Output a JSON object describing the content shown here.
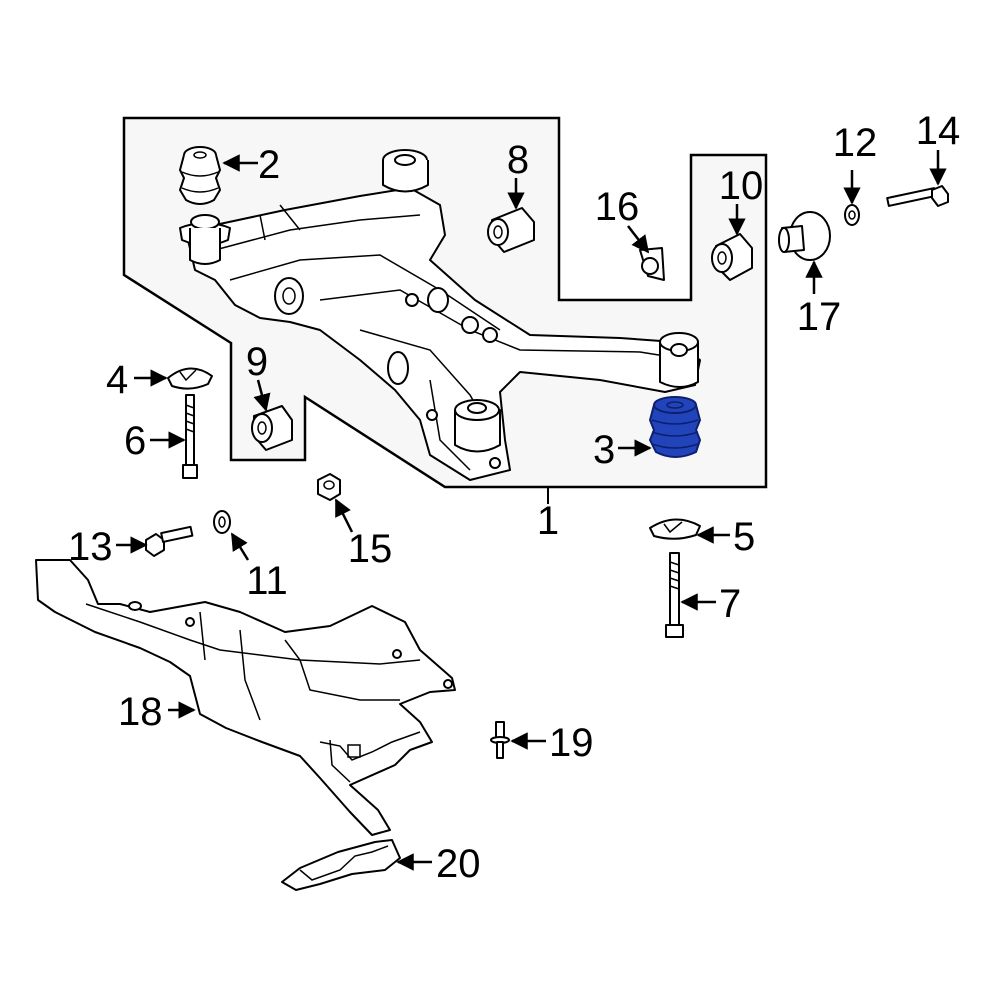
{
  "colors": {
    "highlight": "#2244bb",
    "highlight_dark": "#0d1f6e",
    "outline": "#000000",
    "group_fill": "#f7f7f7"
  },
  "callouts": {
    "c1": "1",
    "c2": "2",
    "c3": "3",
    "c4": "4",
    "c5": "5",
    "c6": "6",
    "c7": "7",
    "c8": "8",
    "c9": "9",
    "c10": "10",
    "c11": "11",
    "c12": "12",
    "c13": "13",
    "c14": "14",
    "c15": "15",
    "c16": "16",
    "c17": "17",
    "c18": "18",
    "c19": "19",
    "c20": "20"
  },
  "highlighted_part": "3"
}
